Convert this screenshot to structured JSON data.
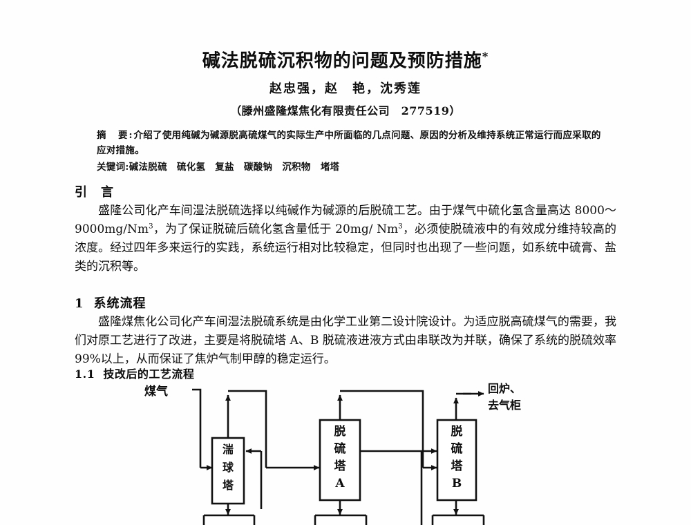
{
  "document": {
    "title": "碱法脱硫沉积物的问题及预防措施",
    "title_marker": "*",
    "authors": "赵忠强，赵　艳，沈秀莲",
    "affiliation": "（滕州盛隆煤焦化有限责任公司　277519）"
  },
  "abstract": {
    "label": "摘　要:",
    "text": "介绍了使用纯碱为碱源脱高硫煤气的实际生产中所面临的几点问题、原因的分析及维持系统正常运行而应采取的应对措施。",
    "keywords_label": "关键词:",
    "keywords": [
      "碱法脱硫",
      "硫化氢",
      "复盐",
      "碳酸钠",
      "沉积物",
      "堵塔"
    ]
  },
  "intro": {
    "heading": "引　言",
    "paragraph_part1": "盛隆公司化产车间湿法脱硫选择以纯碱作为碱源的后脱硫工艺。由于煤气中硫化氢含量高达 8000～9000mg/Nm",
    "sup1": "3",
    "paragraph_part2": "，为了保证脱硫后硫化氢含量低于 20mg/ Nm",
    "sup2": "3",
    "paragraph_part3": "，必须使脱硫液中的有效成分维持较高的浓度。经过四年多来运行的实践，系统运行相对比较稳定，但同时也出现了一些问题，如系统中硫膏、盐类的沉积等。"
  },
  "section1": {
    "number": "1",
    "heading": "系统流程",
    "paragraph": "盛隆煤焦化公司化产车间湿法脱硫系统是由化学工业第二设计院设计。为适应脱高硫煤气的需要，我们对原工艺进行了改进，主要是将脱硫塔 A、B 脱硫液进液方式由串联改为并联，确保了系统的脱硫效率 99%以上，从而保证了焦炉气制甲醇的稳定运行。"
  },
  "section11": {
    "number": "1.1",
    "heading": "技改后的工艺流程"
  },
  "diagram": {
    "inlet_label": "煤气",
    "outlet_label_line1": "回炉、",
    "outlet_label_line2": "去气柜",
    "boxes": [
      {
        "name": "turbulent-ball-tower",
        "lines": [
          "湍",
          "球",
          "塔"
        ]
      },
      {
        "name": "desulfurization-tower-a",
        "lines": [
          "脱",
          "硫",
          "塔",
          "A"
        ]
      },
      {
        "name": "desulfurization-tower-b",
        "lines": [
          "脱",
          "硫",
          "塔",
          "B"
        ]
      }
    ],
    "stroke_color": "#111111"
  }
}
